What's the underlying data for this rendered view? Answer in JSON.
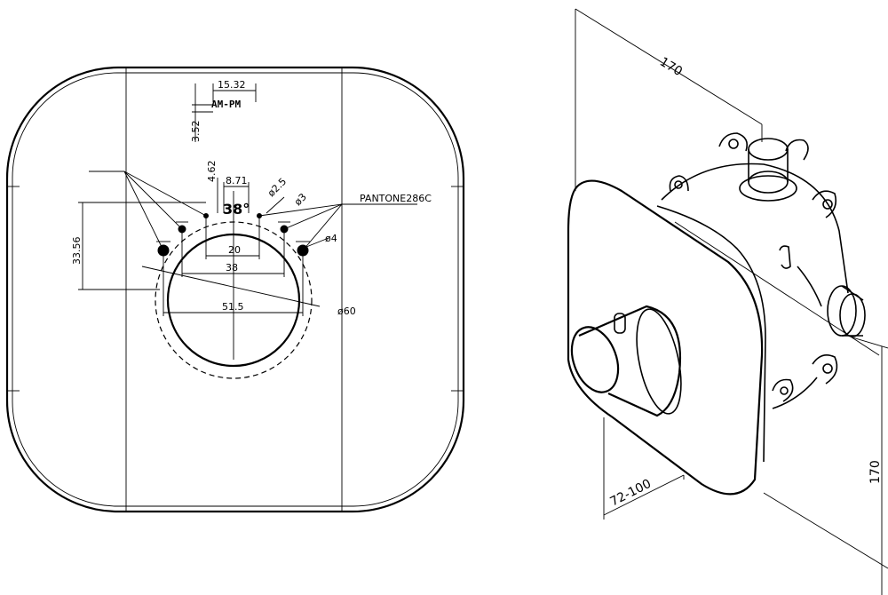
{
  "front_view": {
    "dims": {
      "d_15_32": "15.32",
      "d_3_52": "3.52",
      "d_4_62": "4.62",
      "d_8_71": "8.71",
      "d_33_56": "33.56",
      "d_20": "20",
      "d_38": "38",
      "d_51_5": "51.5",
      "dia_2_5": "ø2.5",
      "dia_3": "ø3",
      "dia_4": "ø4",
      "dia_60": "ø60"
    },
    "angle": "38°",
    "marking": "AM-PM",
    "color_code": "PANTONE286C"
  },
  "iso_view": {
    "dims": {
      "depth": "170",
      "height": "170",
      "range": "72-100"
    }
  }
}
